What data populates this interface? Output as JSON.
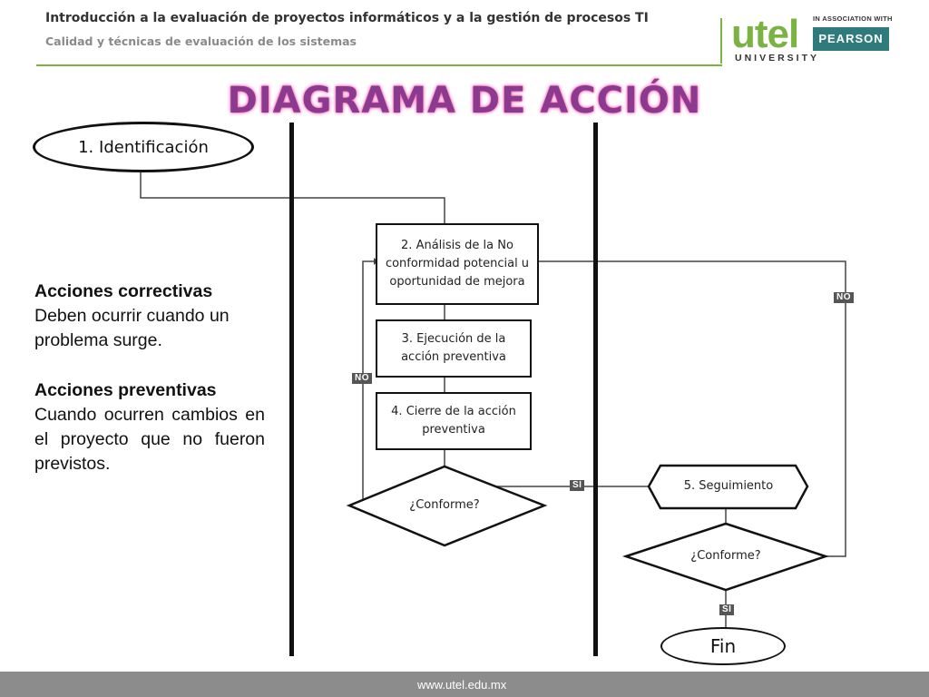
{
  "header": {
    "title": "Introducción  a la evaluación de proyectos informáticos y a la gestión de procesos TI",
    "subtitle": "Calidad y técnicas de evaluación de los sistemas"
  },
  "logo": {
    "brand": "utel",
    "university": "UNIVERSITY",
    "association": "IN ASSOCIATION WITH",
    "partner": "PEARSON"
  },
  "slide_title": "DIAGRAMA DE ACCIÓN",
  "sidebar": {
    "corrective_heading": "Acciones correctivas",
    "corrective_text": "Deben ocurrir cuando un problema surge.",
    "preventive_heading": "Acciones preventivas",
    "preventive_text": "Cuando ocurren cambios en el proyecto que no fueron previstos."
  },
  "flow": {
    "step1": "1. Identificación",
    "step2": "2. Análisis de la No conformidad potencial u oportunidad de mejora",
    "step3": "3. Ejecución de la acción preventiva",
    "step4": "4. Cierre de la acción preventiva",
    "decision1": "¿Conforme?",
    "step5": "5. Seguimiento",
    "decision2": "¿Conforme?",
    "end": "Fin",
    "label_no_left": "NO",
    "label_no_right": "NO",
    "label_si_1": "SI",
    "label_si_2": "SI"
  },
  "footer": {
    "url": "www.utel.edu.mx"
  }
}
